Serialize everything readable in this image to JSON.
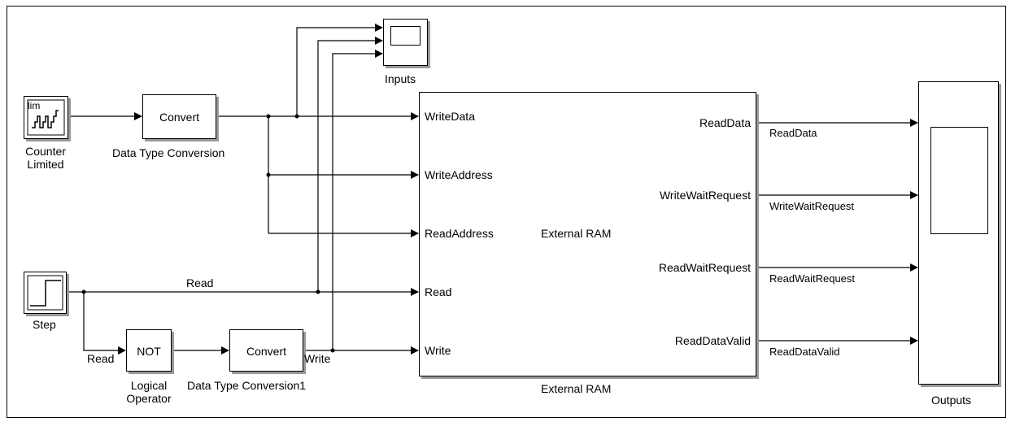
{
  "blocks": {
    "counter": {
      "name_line1": "Counter",
      "name_line2": "Limited",
      "icon_text": "lim"
    },
    "convert1": {
      "label": "Convert",
      "name": "Data Type Conversion"
    },
    "step": {
      "name": "Step"
    },
    "not_op": {
      "label": "NOT",
      "name_line1": "Logical",
      "name_line2": "Operator"
    },
    "convert2": {
      "label": "Convert",
      "name": "Data Type Conversion1"
    },
    "inputs_scope": {
      "name": "Inputs"
    },
    "outputs_scope": {
      "name": "Outputs"
    },
    "ram": {
      "center_label": "External RAM",
      "name": "External RAM",
      "in_ports": [
        "WriteData",
        "WriteAddress",
        "ReadAddress",
        "Read",
        "Write"
      ],
      "out_ports": [
        "ReadData",
        "WriteWaitRequest",
        "ReadWaitRequest",
        "ReadDataValid"
      ]
    }
  },
  "signals": {
    "read_top": "Read",
    "read_bottom": "Read",
    "write": "Write",
    "out": [
      "ReadData",
      "WriteWaitRequest",
      "ReadWaitRequest",
      "ReadDataValid"
    ]
  }
}
